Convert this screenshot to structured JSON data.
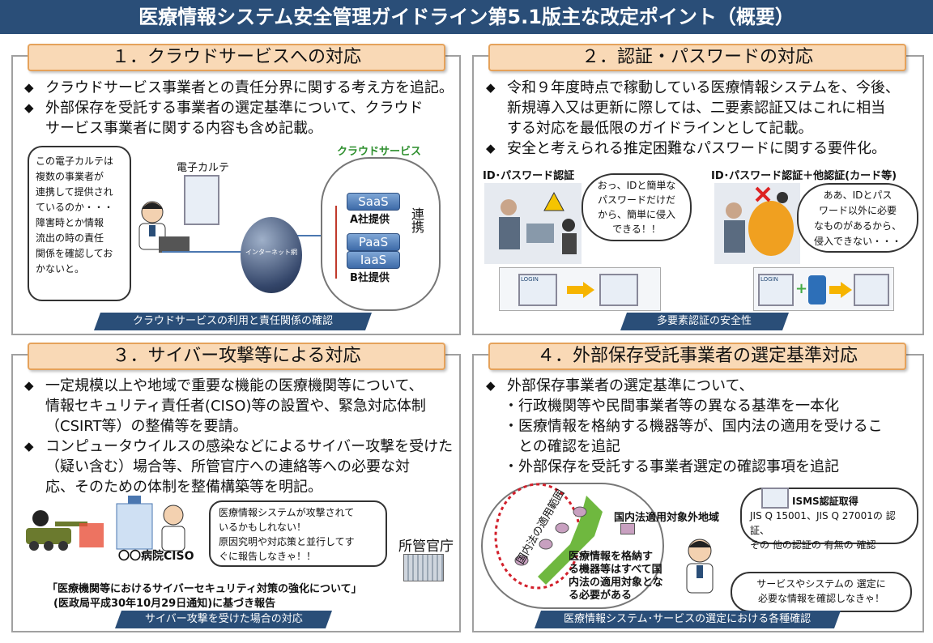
{
  "title": "医療情報システム安全管理ガイドライン第5.1版主な改定ポイント（概要）",
  "section1": {
    "heading": "１．クラウドサービスへの対応",
    "bullets": [
      "クラウドサービス事業者との責任分界に関する考え方を追記。",
      "外部保存を受託する事業者の選定基準について、クラウド",
      "サービス事業者に関する内容も含め記載。"
    ],
    "bubble_lines": [
      "この電子カルテは",
      "複数の事業者が",
      "連携して提供され",
      "ているのか・・・",
      "障害時とか情報",
      "流出の時の責任",
      "関係を確認してお",
      "かないと。"
    ],
    "ekarte_label": "電子カルテ",
    "internet_label": "インターネット網",
    "cloud_label": "クラウドサービス",
    "saas": "SaaS",
    "company_a": "A社提供",
    "paas": "PaaS",
    "iaas": "IaaS",
    "company_b": "B社提供",
    "renkei": "連携",
    "caption": "クラウドサービスの利用と責任関係の確認"
  },
  "section2": {
    "heading": "２．認証・パスワードの対応",
    "bullet1_lines": [
      "令和９年度時点で稼動している医療情報システムを、今後、",
      "新規導入又は更新に際しては、二要素認証又はこれに相当",
      "する対応を最低限のガイドラインとして記載。"
    ],
    "bullet2": "安全と考えられる推定困難なパスワードに関する要件化。",
    "left_label": "ID･パスワード認証",
    "right_label": "ID･パスワード認証＋他認証(カード等)",
    "bubble_left_lines": [
      "おっ、IDと簡単な",
      "パスワードだけだ",
      "から、簡単に侵入",
      "できる！！"
    ],
    "bubble_right_lines": [
      "ああ、IDとパス",
      "ワード以外に必要",
      "なものがあるから、",
      "侵入できない・・・"
    ],
    "login": "LOGIN",
    "caption": "多要素認証の安全性"
  },
  "section3": {
    "heading": "３．サイバー攻撃等による対応",
    "bullet1_lines": [
      "一定規模以上や地域で重要な機能の医療機関等について、",
      "情報セキュリティ責任者(CISO)等の設置や、緊急対応体制",
      "（CSIRT等）の整備等を要請。"
    ],
    "bullet2_lines": [
      "コンピュータウイルスの感染などによるサイバー攻撃を受けた",
      "（疑い含む）場合等、所管官庁への連絡等への必要な対",
      "応、そのための体制を整備構築等を明記。"
    ],
    "bubble_lines": [
      "医療情報システムが攻撃されて",
      "いるかもしれない！",
      "原因究明や対応策と並行してす",
      "ぐに報告しなきゃ！！"
    ],
    "hospital_label": "〇〇病院CISO",
    "office_label": "所管官庁",
    "notice_line1": "「医療機関等におけるサイバーセキュリティ対策の強化について」",
    "notice_line2": "(医政局平成30年10月29日通知)に基づき報告",
    "caption": "サイバー攻撃を受けた場合の対応"
  },
  "section4": {
    "heading": "４．外部保存受託事業者の選定基準対応",
    "bullet1": "外部保存事業者の選定基準について、",
    "sub_lines": [
      "・行政機関等や民間事業者等の異なる基準を一本化",
      "・医療情報を格納する機器等が、国内法の適用を受けるこ",
      "　との確認を追記",
      "・外部保存を受託する事業者選定の確認事項を追記"
    ],
    "domestic_label": "国内法の適用範囲",
    "outside_label": "国内法適用対象外地域",
    "device_lines": [
      "医療情報を格納す",
      "る機器等はすべて国",
      "内法の適用対象とな",
      "る必要がある"
    ],
    "isms_title": "ISMS認証取得",
    "isms_lines": [
      "JIS Q 15001、JIS Q 27001の 認証、",
      "その 他の認証の 有無の 確認"
    ],
    "bubble_lines": [
      "サービスやシステムの 選定に",
      "必要な情報を確認しなきゃ！"
    ],
    "caption": "医療情報システム･サービスの選定における各種確認"
  },
  "colors": {
    "navy": "#2a4e78",
    "heading_fill": "#f9d9b6",
    "heading_border": "#e5a25b",
    "arrow": "#f6b400"
  }
}
